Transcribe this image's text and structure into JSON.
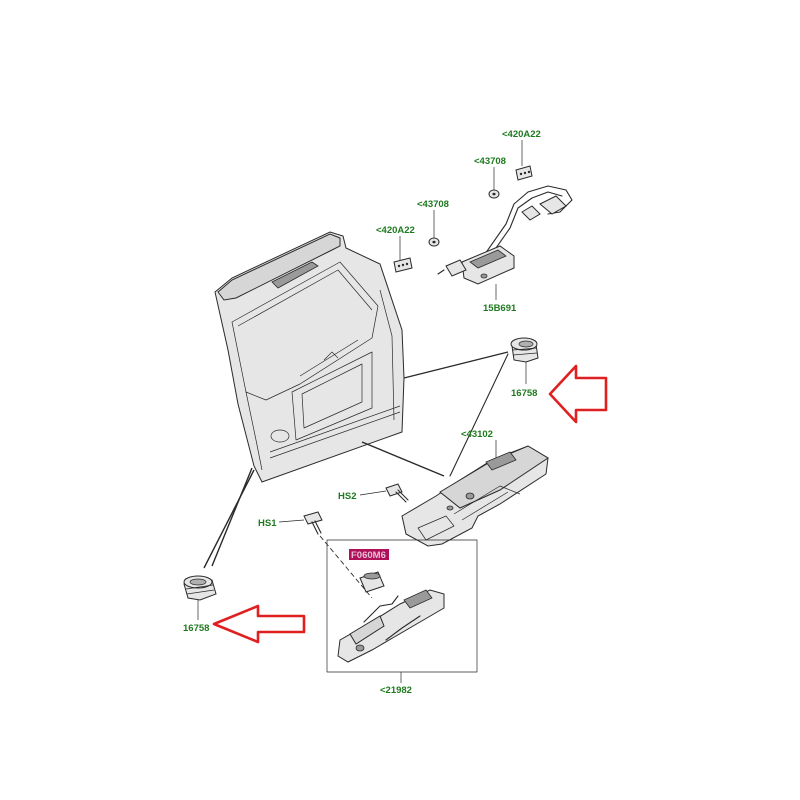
{
  "colors": {
    "label_text": "#1f7a1f",
    "arrow": "#e02020",
    "highlight": "#b0105a",
    "line": "#2a2a2a"
  },
  "labels": {
    "p420a22_top": "<420A22",
    "p43708_top": "<43708",
    "p43708_mid": "<43708",
    "p420a22_left": "<420A22",
    "p15b691": "15B691",
    "p16758_right": "16758",
    "p43102": "<43102",
    "hs2": "HS2",
    "hs1": "HS1",
    "p16758_left": "16758",
    "highlight_part": "F060M6",
    "p21982": "<21982"
  },
  "icons": {
    "arrow_right": "red-outline-arrow-left-pointing",
    "arrow_left": "red-outline-arrow-left-pointing"
  }
}
